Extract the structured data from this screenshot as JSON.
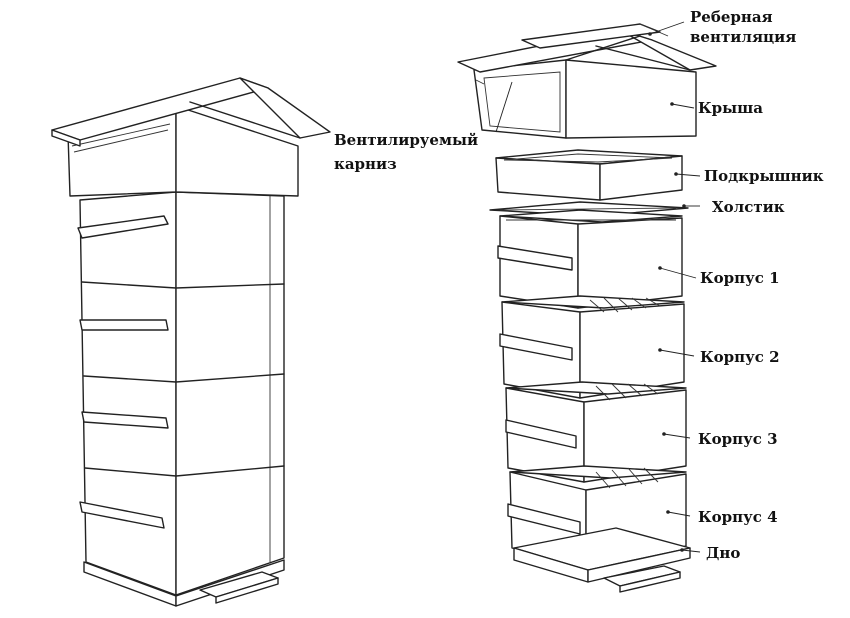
{
  "labels": {
    "ribbed_ventilation_line1": "Реберная",
    "ribbed_ventilation_line2": "вентиляция",
    "roof": "Крыша",
    "ventilated_eave_line1": "Вентилируемый",
    "ventilated_eave_line2": "карниз",
    "quilt_box": "Подкрышник",
    "cloth": "Холстик",
    "box1": "Корпус 1",
    "box2": "Корпус 2",
    "box3": "Корпус 3",
    "box4": "Корпус 4",
    "bottom": "Дно"
  }
}
